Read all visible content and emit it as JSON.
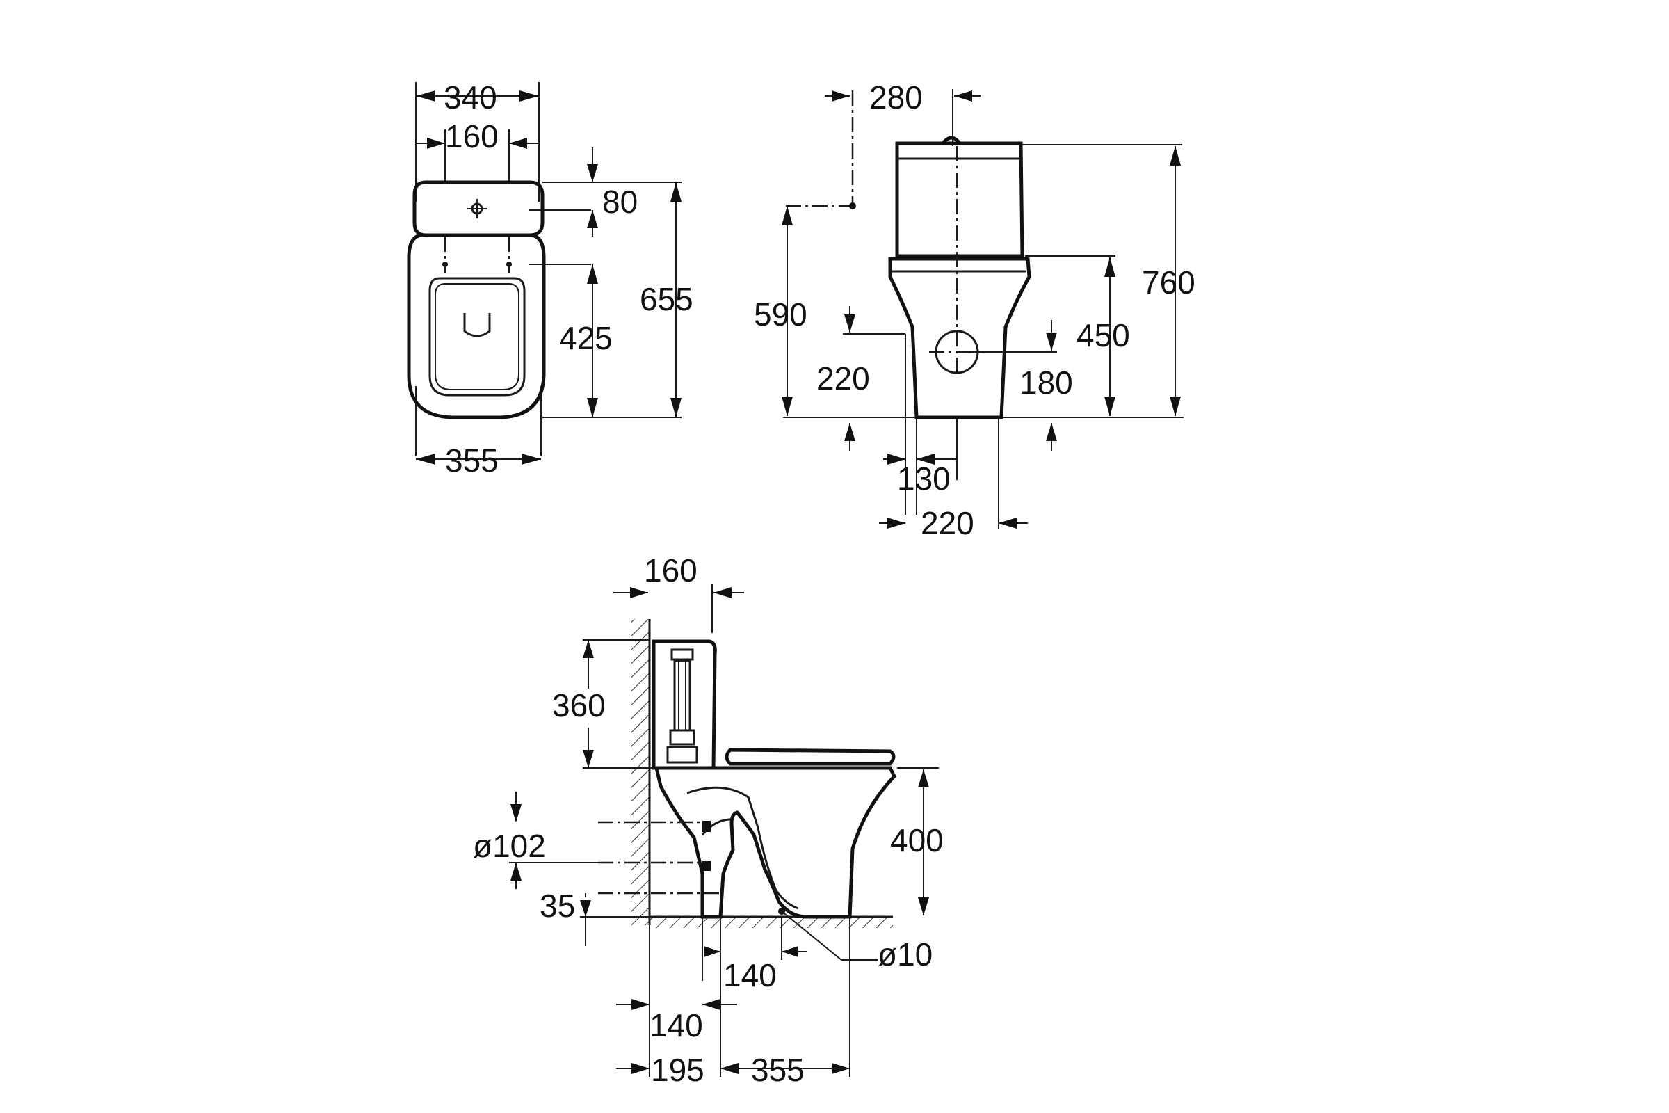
{
  "views": {
    "top": {
      "dims": {
        "width_tank": "340",
        "holes_spacing": "160",
        "hole_offset": "80",
        "total_depth": "655",
        "bowl_depth": "425",
        "width_bowl": "355"
      }
    },
    "front": {
      "dims": {
        "inlet_offset": "280",
        "inlet_height": "590",
        "height_total": "760",
        "tank_base_height": "450",
        "outlet_height_left": "220",
        "outlet_height_right": "180",
        "outlet_offset": "130",
        "base_width": "220"
      }
    },
    "side": {
      "dims": {
        "tank_depth": "160",
        "tank_height": "360",
        "seat_height": "400",
        "outlet_diameter": "ø102",
        "outlet_floor": "35",
        "fix_diameter": "ø10",
        "fix_offset": "140",
        "wall_offset": "140",
        "outlet_from_wall": "195",
        "base_length": "355"
      }
    }
  }
}
